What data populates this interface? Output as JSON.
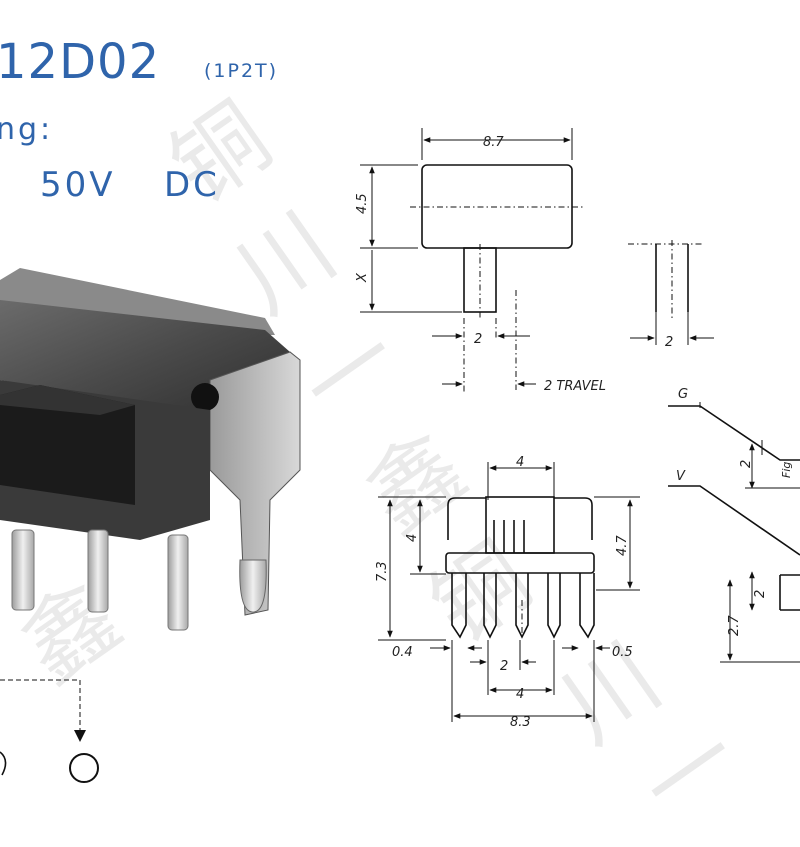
{
  "header": {
    "part_number": "12D02",
    "pole_config": "(1P2T)",
    "rating_label": "ng:",
    "rating_voltage": "50V",
    "rating_type": "DC"
  },
  "dimensions": {
    "body_width": "8.7",
    "body_height": "4.5",
    "pin_length": "X",
    "actuator_width": "2",
    "actuator_width_alt": "2",
    "travel": "2 TRAVEL",
    "label_g": "G",
    "label_v": "V",
    "g_offset": "2",
    "fig": "Fig",
    "v_offset": "2",
    "v_height": "2.7",
    "top_span": "4",
    "total_height": "7.3",
    "inner_height": "4",
    "right_height": "4.7",
    "pin_width_left": "0.4",
    "pin_width_right": "0.5",
    "pin_pitch": "2",
    "pin_span": "4",
    "overall_width": "8.3"
  },
  "watermark": {
    "glyphs": [
      "铜",
      "川",
      "一",
      "鑫",
      "铜",
      "川",
      "一",
      "鑫"
    ]
  }
}
